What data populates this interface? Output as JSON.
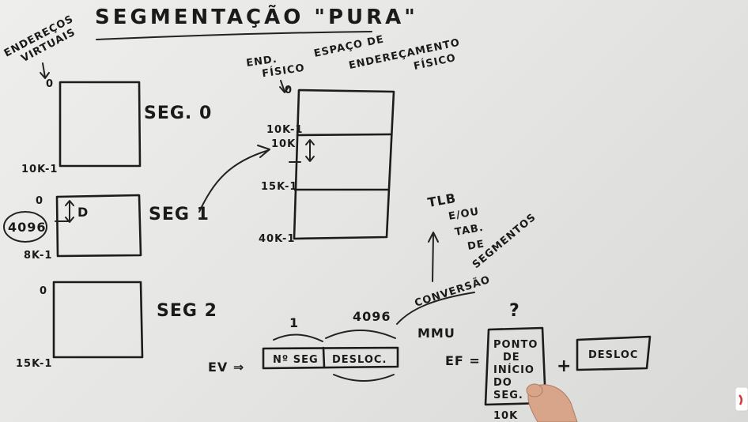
{
  "title": "SEGMENTAÇÃO \"PURA\"",
  "virtual_side": {
    "header": [
      "ENDEREÇOS",
      "VIRTUAIS"
    ],
    "segments": [
      {
        "label": "SEG. 0",
        "start": "0",
        "end": "10K-1"
      },
      {
        "label": "SEG 1",
        "start": "0",
        "end": "8K-1",
        "marked_address": "4096",
        "offset_label": "D"
      },
      {
        "label": "SEG 2",
        "start": "0",
        "end": "15K-1"
      }
    ]
  },
  "physical_side": {
    "end_label": [
      "END.",
      "FÍSICO"
    ],
    "header": [
      "ESPAÇO DE",
      "ENDEREÇAMENTO",
      "FÍSICO"
    ],
    "marks": [
      "0",
      "10K-1",
      "10K",
      "15K-1",
      "40K-1"
    ]
  },
  "tlb_note": [
    "TLB",
    "E/OU",
    "TAB.",
    "DE",
    "SEGMENTOS"
  ],
  "conversion_label": "CONVERSÃO",
  "virtual_address": {
    "prefix": "EV ⇒",
    "fields": [
      "Nº SEG",
      "DESLOC."
    ],
    "field_values": [
      "1",
      "4096"
    ]
  },
  "mmu_label": "MMU",
  "physical_address": {
    "prefix": "EF =",
    "base_lines": [
      "PONTO",
      "DE",
      "INÍCIO",
      "DO",
      "SEG."
    ],
    "base_value": "?",
    "plus": "+",
    "offset": "DESLOC",
    "base_below": "10K"
  }
}
